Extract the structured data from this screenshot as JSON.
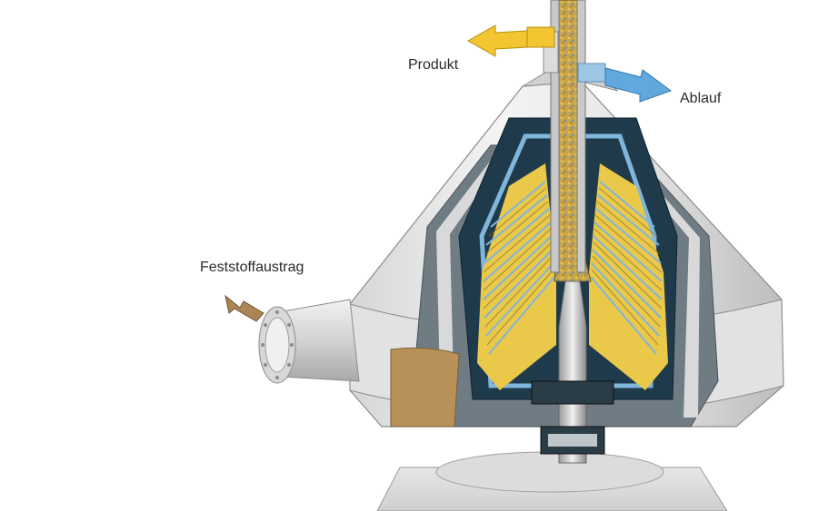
{
  "labels": {
    "product": "Produkt",
    "outlet": "Ablauf",
    "solids_discharge": "Feststoffaustrag"
  },
  "colors": {
    "product_arrow": "#f2c531",
    "outlet_arrow": "#5fa9df",
    "solids_arrow": "#a98653",
    "housing_light": "#efefef",
    "housing_mid": "#c9c9c9",
    "housing_dark": "#8c8c8c",
    "rotor_dark": "#1f3a4a",
    "disc_yellow": "#e9c84a",
    "disc_blue": "#7fb6dc"
  },
  "icons": {
    "product_arrow": "arrow-left-icon",
    "outlet_arrow": "arrow-right-icon",
    "solids_arrow": "arrow-up-left-icon"
  }
}
